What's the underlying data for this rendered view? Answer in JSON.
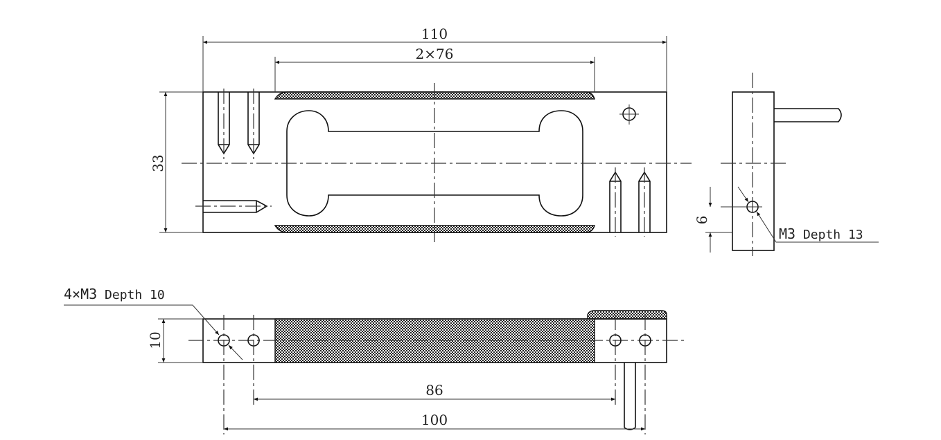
{
  "drawing": {
    "top_view": {
      "length": "110",
      "pitch": "2×76",
      "height": "33"
    },
    "side_view": {
      "offset": "6",
      "thread_prefix": "M3",
      "thread_depth": "Depth 13"
    },
    "bottom_view": {
      "thickness": "10",
      "hole_spacing_inner": "86",
      "hole_spacing_outer": "100",
      "thread_prefix": "4×M3",
      "thread_depth": "Depth 10"
    }
  }
}
